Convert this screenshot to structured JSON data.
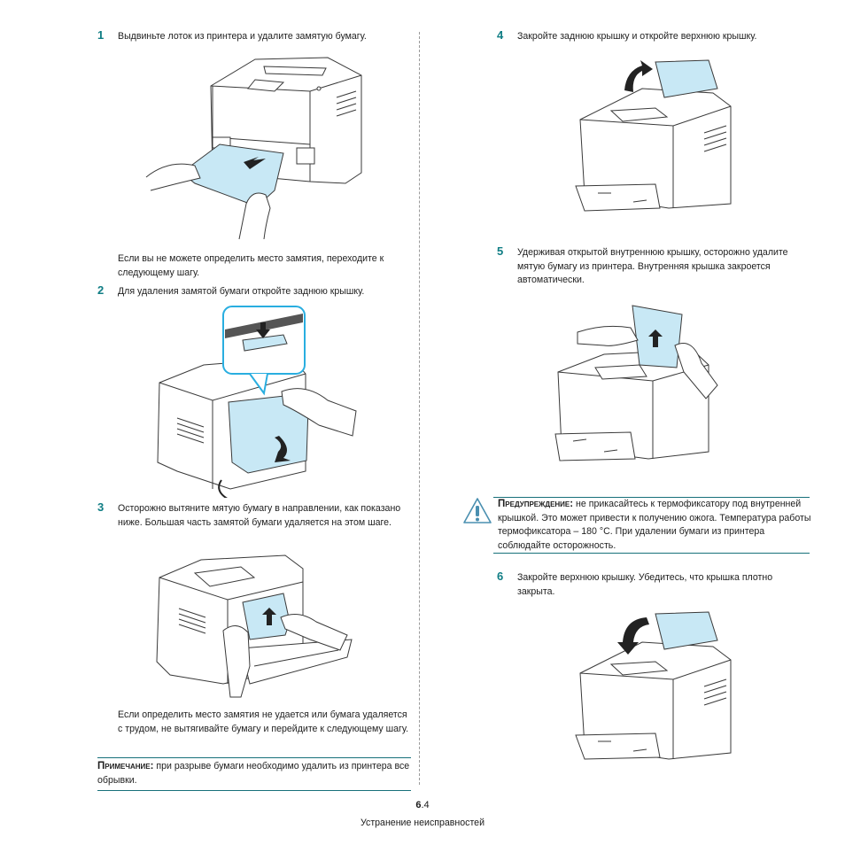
{
  "colors": {
    "accent": "#0f7d84",
    "paper_blue": "#c8e8f5",
    "outline": "#3a3a3a"
  },
  "left_column": {
    "steps": [
      {
        "number": "1",
        "text": "Выдвиньте лоток из принтера и удалите замятую бумагу.",
        "illustration": "printer-front-pulling-jammed-paper-from-tray"
      },
      {
        "number": "2",
        "text": "Для удаления замятой бумаги откройте заднюю крышку.",
        "illustration": "printer-rear-opening-rear-cover-with-callout"
      },
      {
        "number": "3",
        "text": "Осторожно вытяните мятую бумагу в направлении, как показано ниже. Большая часть замятой бумаги удаляется на этом шаге.",
        "illustration": "printer-rear-pulling-paper-up"
      }
    ],
    "after_step1": "Если вы не можете определить место замятия, переходите к следующему шагу.",
    "after_step3": "Если определить место замятия не удается или бумага удаляется с трудом, не вытягивайте бумагу и перейдите к следующему шагу.",
    "note": {
      "label": "Примечание:",
      "text": "при разрыве бумаги необходимо удалить из принтера все обрывки."
    }
  },
  "right_column": {
    "steps": [
      {
        "number": "4",
        "text": "Закройте заднюю крышку и откройте верхнюю крышку.",
        "illustration": "printer-front-opening-top-cover"
      },
      {
        "number": "5",
        "text": "Удерживая открытой внутреннюю крышку, осторожно удалите мятую бумагу из принтера. Внутренняя крышка закроется автоматически.",
        "illustration": "printer-front-removing-paper-from-top"
      },
      {
        "number": "6",
        "text": "Закройте верхнюю крышку. Убедитесь, что крышка плотно закрыта.",
        "illustration": "printer-front-closing-top-cover"
      }
    ],
    "warning": {
      "icon": "warning-triangle-icon",
      "label": "Предупреждение:",
      "text": "не прикасайтесь к термофиксатору под внутренней крышкой. Это может привести к получению ожога. Температура работы термофиксатора – 180 °C. При удалении бумаги из принтера соблюдайте осторожность."
    }
  },
  "footer": {
    "chapter": "6",
    "page": ".4",
    "section": "Устранение неисправностей"
  }
}
